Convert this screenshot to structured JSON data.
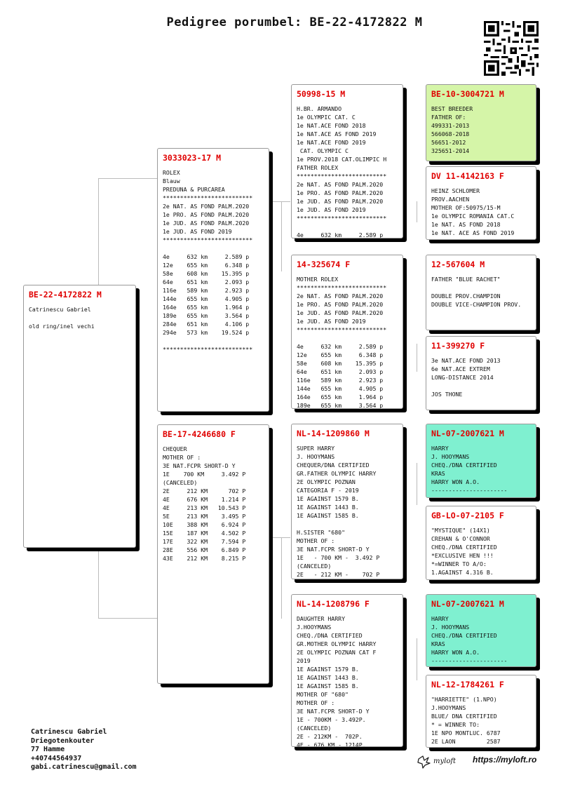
{
  "title": "Pedigree porumbel: BE-22-4172822 M",
  "subject": {
    "ring": "BE-22-4172822 M",
    "text": "Catrinescu Gabriel\n\nold ring/inel vechi"
  },
  "sire": {
    "ring": "3033023-17 M",
    "text": "ROLEX\nBlauw\nPREDUNA & PURCAREA\n**************************\n2e NAT. AS FOND PALM.2020\n1e PRO. AS FOND PALM.2020\n1e JUD. AS FOND PALM.2020\n1e JUD. AS FOND 2019\n**************************\n\n4e     632 km     2.589 p\n12e    655 km     6.348 p\n58e    608 km    15.395 p\n64e    651 km     2.093 p\n116e   589 km     2.923 p\n144e   655 km     4.905 p\n164e   655 km     1.964 p\n189e   655 km     3.564 p\n284e   651 km     4.106 p\n294e   573 km    19.524 p\n\n**************************"
  },
  "dam": {
    "ring": "BE-17-4246680 F",
    "text": "CHEQUER\nMOTHER OF :\n3E NAT.FCPR SHORT-D Y\n1E    700 KM     3.492 P\n(CANCELED)\n2E     212 KM      702 P\n4E     676 KM    1.214 P\n4E     213 KM   10.543 P\n5E     213 KM    3.495 P\n10E    388 KM    6.924 P\n15E    187 KM    4.502 P\n17E    322 KM    7.594 P\n28E    556 KM    6.849 P\n43E    212 KM    8.215 P"
  },
  "grandparents": [
    {
      "ring": "50998-15 M",
      "text": "H.BR. ARMANDO\n1e OLYMPIC CAT. C\n1e NAT.ACE FOND 2018\n1e NAT.ACE AS FOND 2019\n1e NAT.ACE FOND 2019\n CAT. OLYMPIC C\n1e PROV.2018 CAT.OLIMPIC H\nFATHER ROLEX\n**************************\n2e NAT. AS FOND PALM.2020\n1e PRO. AS FOND PALM.2020\n1e JUD. AS FOND PALM.2020\n1e JUD. AS FOND 2019\n**************************\n\n4e     632 km     2.589 p"
    },
    {
      "ring": "14-325674 F",
      "text": "MOTHER ROLEX\n**************************\n2e NAT. AS FOND PALM.2020\n1e PRO. AS FOND PALM.2020\n1e JUD. AS FOND PALM.2020\n1e JUD. AS FOND 2019\n**************************\n\n4e     632 km     2.589 p\n12e    655 km     6.348 p\n58e    608 km    15.395 p\n64e    651 km     2.093 p\n116e   589 km     2.923 p\n144e   655 km     4.905 p\n164e   655 km     1.964 p\n189e   655 km     3.564 p"
    },
    {
      "ring": "NL-14-1209860 M",
      "text": "SUPER HARRY\nJ. HOOYMANS\nCHEQUER/DNA CERTIFIED\nGR.FATHER OLYMPIC HARRY\n2E OLYMPIC POZNAN\nCATEGORIA F - 2019\n1E AGAINST 1579 B.\n1E AGAINST 1443 B.\n1E AGAINST 1585 B.\n\nH.SISTER \"680\"\nMOTHER OF :\n3E NAT.FCPR SHORT-D Y\n1E   - 700 KM -  3.492 P\n(CANCELED)\n2E   - 212 KM -    702 P"
    },
    {
      "ring": "NL-14-1208796 F",
      "text": "DAUGHTER HARRY\nJ.HOOYMANS\nCHEQ./DNA CERTIFIED\nGR.MOTHER OLYMPIC HARRY\n2E OLYMPIC POZNAN CAT F\n2019\n1E AGAINST 1579 B.\n1E AGAINST 1443 B.\n1E AGAINST 1585 B.\nMOTHER OF \"680\"\nMOTHER OF :\n3E NAT.FCPR SHORT-D Y\n1E - 700KM - 3.492P.\n(CANCELED)\n2E - 212KM -  702P.\n4E - 676 KM - 1214P."
    }
  ],
  "greatgrandparents": [
    {
      "ring": "BE-10-3004721 M",
      "text": "BEST BREEDER\nFATHER OF:\n499331-2013\n566068-2018\n56651-2012\n325651-2014"
    },
    {
      "ring": "DV 11-4142163 F",
      "text": "HEINZ SCHLOMER\nPROV.AACHEN\nMOTHER OF:50975/15-M\n1e OLYMPIC ROMANIA CAT.C\n1e NAT. AS FOND 2018\n1e NAT. ACE AS FOND 2019"
    },
    {
      "ring": "12-567604 M",
      "text": "FATHER \"BLUE RACHET\"\n\nDOUBLE PROV.CHAMPION\nDOUBLE VICE-CHAMPION PROV."
    },
    {
      "ring": "11-399270 F",
      "text": "3e NAT.ACE FOND 2013\n6e NAT.ACE EXTREM\nLONG-DISTANCE 2014\n\nJOS THONE"
    },
    {
      "ring": "NL-07-2007621 M",
      "text": "HARRY\nJ. HOOYMANS\nCHEQ./DNA CERTIFIED\nKRAS\nHARRY WON A.O.\n----------------------"
    },
    {
      "ring": "GB-LO-07-2105 F",
      "text": "\"MYSTIQUE\" (14X1)\nCREHAN & O'CONNOR\nCHEQ./DNA CERTIFIED\n*EXCLUSIVE HEN !!!\n*=WINNER TO A/O:\n1.AGAINST 4.316 B."
    },
    {
      "ring": "NL-07-2007621 M",
      "text": "HARRY\nJ. HOOYMANS\nCHEQ./DNA CERTIFIED\nKRAS\nHARRY WON A.O.\n----------------------"
    },
    {
      "ring": "NL-12-1784261 F",
      "text": "\"HARRIETTE\" (1.NPO)\nJ.HOOYMANS\nBLUE/ DNA CERTIFIED\n* = WINNER TO:\n1E NPO MONTLUC. 6787\n2E LAON         2587"
    }
  ],
  "contact": "Catrinescu Gabriel\nDriegotenkouter\n77 Hamme\n+40744564937\ngabi.catrinescu@gmail.com",
  "logo_text": "myloft",
  "website": "https://myloft.ro",
  "colors": {
    "ring": "#e00000",
    "green_card": "#d5f5a8",
    "mint_card": "#7ff0d0"
  }
}
